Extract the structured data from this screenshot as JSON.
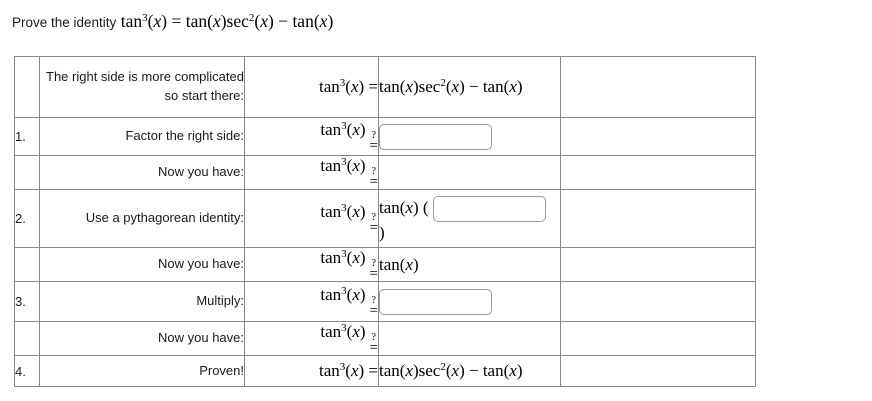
{
  "colors": {
    "table_border": "#878787",
    "input_border": "#9a9a9a",
    "text": "#1a1a1a",
    "math_text": "#000000",
    "background": "#ffffff"
  },
  "page": {
    "title_prefix": "Prove the identity"
  },
  "math": {
    "title": [
      [
        "r",
        "tan"
      ],
      [
        "s",
        "3"
      ],
      [
        "r",
        "("
      ],
      [
        "i",
        "x"
      ],
      [
        "r",
        ") = tan("
      ],
      [
        "i",
        "x"
      ],
      [
        "r",
        ")sec"
      ],
      [
        "s",
        "2"
      ],
      [
        "r",
        "("
      ],
      [
        "i",
        "x"
      ],
      [
        "r",
        ") − tan("
      ],
      [
        "i",
        "x"
      ],
      [
        "r",
        ")"
      ]
    ]
  },
  "table": {
    "rows": [
      {
        "num": "",
        "label": "The right side is more complicated so start there:",
        "lhs": [
          [
            "r",
            "tan"
          ],
          [
            "s",
            "3"
          ],
          [
            "r",
            "("
          ],
          [
            "i",
            "x"
          ],
          [
            "r",
            ") ="
          ]
        ],
        "rhs": [
          [
            "r",
            "tan("
          ],
          [
            "i",
            "x"
          ],
          [
            "r",
            ")sec"
          ],
          [
            "s",
            "2"
          ],
          [
            "r",
            "("
          ],
          [
            "i",
            "x"
          ],
          [
            "r",
            ") − tan("
          ],
          [
            "i",
            "x"
          ],
          [
            "r",
            ")"
          ]
        ]
      },
      {
        "num": "1.",
        "label": "Factor the right side:",
        "lhs": [
          [
            "r",
            "tan"
          ],
          [
            "s",
            "3"
          ],
          [
            "r",
            "("
          ],
          [
            "i",
            "x"
          ],
          [
            "r",
            ")"
          ],
          [
            "q",
            "?="
          ]
        ],
        "input": {
          "value": "",
          "placeholder": ""
        }
      },
      {
        "num": "",
        "label": "Now you have:",
        "lhs": [
          [
            "r",
            "tan"
          ],
          [
            "s",
            "3"
          ],
          [
            "r",
            "("
          ],
          [
            "i",
            "x"
          ],
          [
            "r",
            ")"
          ],
          [
            "q",
            "?="
          ]
        ]
      },
      {
        "num": "2.",
        "label": "Use a pythagorean identity:",
        "lhs": [
          [
            "r",
            "tan"
          ],
          [
            "s",
            "3"
          ],
          [
            "r",
            "("
          ],
          [
            "i",
            "x"
          ],
          [
            "r",
            ")"
          ],
          [
            "q",
            "?="
          ]
        ],
        "rhs_pre": [
          [
            "r",
            "tan("
          ],
          [
            "i",
            "x"
          ],
          [
            "r",
            ") ("
          ]
        ],
        "input": {
          "value": "",
          "placeholder": ""
        },
        "rhs_post": [
          [
            "r",
            ")"
          ]
        ]
      },
      {
        "num": "",
        "label": "Now you have:",
        "lhs": [
          [
            "r",
            "tan"
          ],
          [
            "s",
            "3"
          ],
          [
            "r",
            "("
          ],
          [
            "i",
            "x"
          ],
          [
            "r",
            ")"
          ],
          [
            "q",
            "?="
          ]
        ],
        "rhs": [
          [
            "r",
            "tan("
          ],
          [
            "i",
            "x"
          ],
          [
            "r",
            ")"
          ]
        ]
      },
      {
        "num": "3.",
        "label": "Multiply:",
        "lhs": [
          [
            "r",
            "tan"
          ],
          [
            "s",
            "3"
          ],
          [
            "r",
            "("
          ],
          [
            "i",
            "x"
          ],
          [
            "r",
            ")"
          ],
          [
            "q",
            "?="
          ]
        ],
        "input": {
          "value": "",
          "placeholder": ""
        }
      },
      {
        "num": "",
        "label": "Now you have:",
        "lhs": [
          [
            "r",
            "tan"
          ],
          [
            "s",
            "3"
          ],
          [
            "r",
            "("
          ],
          [
            "i",
            "x"
          ],
          [
            "r",
            ")"
          ],
          [
            "q",
            "?="
          ]
        ]
      },
      {
        "num": "4.",
        "label": "Proven!",
        "lhs": [
          [
            "r",
            "tan"
          ],
          [
            "s",
            "3"
          ],
          [
            "r",
            "("
          ],
          [
            "i",
            "x"
          ],
          [
            "r",
            ") ="
          ]
        ],
        "rhs": [
          [
            "r",
            "tan("
          ],
          [
            "i",
            "x"
          ],
          [
            "r",
            ")sec"
          ],
          [
            "s",
            "2"
          ],
          [
            "r",
            "("
          ],
          [
            "i",
            "x"
          ],
          [
            "r",
            ") − tan("
          ],
          [
            "i",
            "x"
          ],
          [
            "r",
            ")"
          ]
        ]
      }
    ]
  }
}
